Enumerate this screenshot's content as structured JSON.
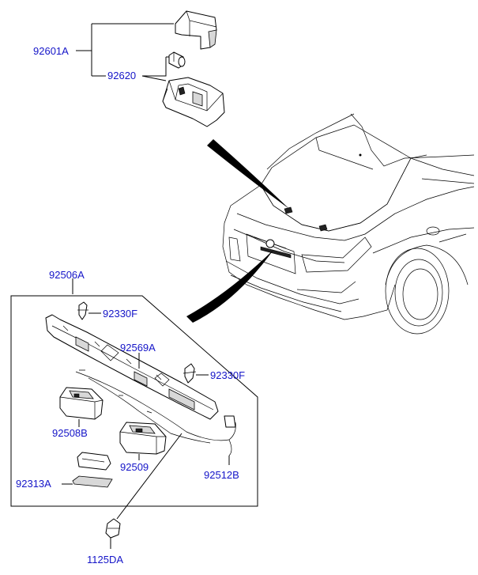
{
  "labels": {
    "p92601A": "92601A",
    "p92620": "92620",
    "p92506A": "92506A",
    "p92330F_1": "92330F",
    "p92569A": "92569A",
    "p92330F_2": "92330F",
    "p92508B": "92508B",
    "p92509": "92509",
    "p92512B": "92512B",
    "p92313A": "92313A",
    "p1125DA": "1125DA"
  },
  "colors": {
    "label": "#1515c8",
    "line": "#000000",
    "background": "#ffffff"
  }
}
